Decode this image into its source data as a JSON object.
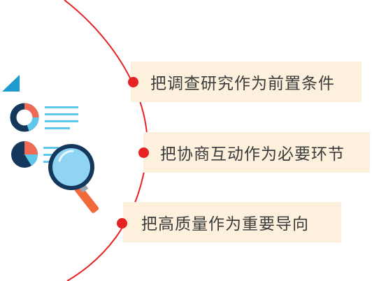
{
  "diagram": {
    "items": [
      {
        "label": "把调查研究作为前置条件"
      },
      {
        "label": "把协商互动作为必要环节"
      },
      {
        "label": "把高质量作为重要导向"
      }
    ]
  },
  "colors": {
    "arc": "#e62222",
    "label_bg": "#fdf1de",
    "text": "#3b3b3b",
    "navy": "#14385c",
    "coral": "#f06a55",
    "sky": "#5ec8ea",
    "lens": "#8fd4f2",
    "handle": "#f26a3a"
  },
  "icons": [
    "triangle-icon",
    "donut-chart-icon",
    "pie-chart-icon",
    "list-lines-icon",
    "magnifier-icon"
  ]
}
